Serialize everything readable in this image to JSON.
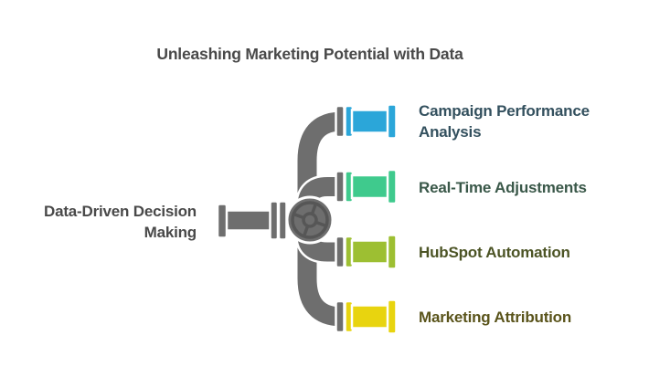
{
  "title": "Unleashing Marketing Potential with Data",
  "colors": {
    "title_text": "#494949",
    "pipe": "#6e6e6e",
    "pipe_dark": "#565656",
    "outline": "#ffffff"
  },
  "source": {
    "label": "Data-Driven Decision Making",
    "lines": [
      "Data-Driven Decision",
      "Making"
    ],
    "text_color": "#494949"
  },
  "branches": [
    {
      "label": "Campaign Performance Analysis",
      "lines": [
        "Campaign Performance",
        "Analysis"
      ],
      "color": "#2ba6d9",
      "text_color": "#33505e"
    },
    {
      "label": "Real-Time Adjustments",
      "lines": [
        "Real-Time Adjustments"
      ],
      "color": "#3fca8d",
      "text_color": "#3a5849"
    },
    {
      "label": "HubSpot Automation",
      "lines": [
        "HubSpot Automation"
      ],
      "color": "#9dbf32",
      "text_color": "#4c5425"
    },
    {
      "label": "Marketing Attribution",
      "lines": [
        "Marketing Attribution"
      ],
      "color": "#e8d40f",
      "text_color": "#5a541b"
    }
  ]
}
